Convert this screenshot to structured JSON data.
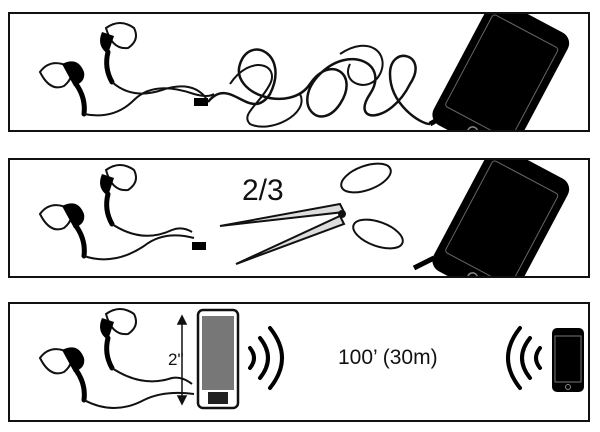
{
  "panels": [
    {
      "id": "tangled-cable"
    },
    {
      "id": "cut-cable",
      "label": "2/3"
    },
    {
      "id": "wireless-receiver",
      "dimension_label": "2\"",
      "distance_label": "100’ (30m)"
    }
  ],
  "colors": {
    "stroke": "#111111",
    "fill": "#000000",
    "background": "#ffffff"
  },
  "icons": [
    "earbud-icon",
    "smartphone-icon",
    "scissors-icon",
    "receiver-module-icon",
    "wireless-waves-icon"
  ]
}
